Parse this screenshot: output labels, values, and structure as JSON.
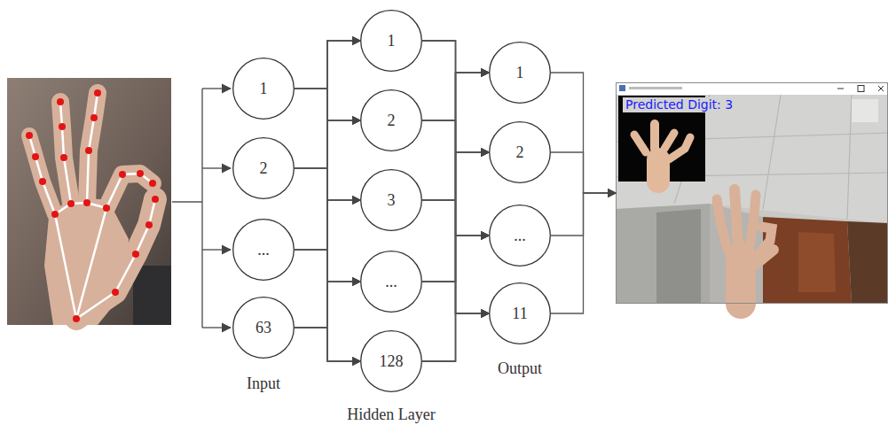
{
  "diagram": {
    "nodes": [
      {
        "text": [
          "1"
        ]
      },
      {
        "text": [
          "2"
        ]
      },
      {
        "text": [
          "..."
        ]
      },
      {
        "text": [
          "63"
        ]
      },
      {
        "text": [
          "1"
        ]
      },
      {
        "text": [
          "2"
        ]
      },
      {
        "text": [
          "3"
        ]
      },
      {
        "text": [
          "..."
        ]
      },
      {
        "text": [
          "128"
        ]
      },
      {
        "text": [
          "1"
        ]
      },
      {
        "text": [
          "2"
        ]
      },
      {
        "text": [
          "..."
        ]
      },
      {
        "text": [
          "11"
        ]
      },
      {
        "text": [
          "Predicted Digit: 3"
        ]
      }
    ],
    "edges": [
      {
        "from": 0,
        "to": 4,
        "arrow": "to"
      },
      {
        "from": 0,
        "to": 5,
        "arrow": "to"
      },
      {
        "from": 0,
        "to": 6,
        "arrow": "to"
      },
      {
        "from": 0,
        "to": 7,
        "arrow": "to"
      },
      {
        "from": 0,
        "to": 8,
        "arrow": "to"
      },
      {
        "from": 1,
        "to": 4,
        "arrow": "to"
      },
      {
        "from": 1,
        "to": 5,
        "arrow": "to"
      },
      {
        "from": 1,
        "to": 6,
        "arrow": "to"
      },
      {
        "from": 1,
        "to": 7,
        "arrow": "to"
      },
      {
        "from": 1,
        "to": 8,
        "arrow": "to"
      },
      {
        "from": 2,
        "to": 4,
        "arrow": "to"
      },
      {
        "from": 2,
        "to": 5,
        "arrow": "to"
      },
      {
        "from": 2,
        "to": 6,
        "arrow": "to"
      },
      {
        "from": 2,
        "to": 7,
        "arrow": "to"
      },
      {
        "from": 2,
        "to": 8,
        "arrow": "to"
      },
      {
        "from": 3,
        "to": 4,
        "arrow": "to"
      },
      {
        "from": 3,
        "to": 5,
        "arrow": "to"
      },
      {
        "from": 3,
        "to": 6,
        "arrow": "to"
      },
      {
        "from": 3,
        "to": 7,
        "arrow": "to"
      },
      {
        "from": 3,
        "to": 8,
        "arrow": "to"
      },
      {
        "from": 4,
        "to": 9,
        "arrow": "to"
      },
      {
        "from": 4,
        "to": 10,
        "arrow": "to"
      },
      {
        "from": 4,
        "to": 11,
        "arrow": "to"
      },
      {
        "from": 4,
        "to": 12,
        "arrow": "to"
      },
      {
        "from": 5,
        "to": 9,
        "arrow": "to"
      },
      {
        "from": 5,
        "to": 10,
        "arrow": "to"
      },
      {
        "from": 5,
        "to": 11,
        "arrow": "to"
      },
      {
        "from": 5,
        "to": 12,
        "arrow": "to"
      },
      {
        "from": 6,
        "to": 9,
        "arrow": "to"
      },
      {
        "from": 6,
        "to": 10,
        "arrow": "to"
      },
      {
        "from": 6,
        "to": 11,
        "arrow": "to"
      },
      {
        "from": 6,
        "to": 12,
        "arrow": "to"
      },
      {
        "from": 7,
        "to": 9,
        "arrow": "to"
      },
      {
        "from": 7,
        "to": 10,
        "arrow": "to"
      },
      {
        "from": 7,
        "to": 11,
        "arrow": "to"
      },
      {
        "from": 7,
        "to": 12,
        "arrow": "to"
      },
      {
        "from": 8,
        "to": 9,
        "arrow": "to"
      },
      {
        "from": 8,
        "to": 10,
        "arrow": "to"
      },
      {
        "from": 8,
        "to": 11,
        "arrow": "to"
      },
      {
        "from": 8,
        "to": 12,
        "arrow": "to"
      },
      {
        "from": 9,
        "to": 13,
        "arrow": "to"
      },
      {
        "from": 10,
        "to": 13,
        "arrow": "to"
      },
      {
        "from": 11,
        "to": 13,
        "arrow": "to"
      },
      {
        "from": 12,
        "to": 13,
        "arrow": "to"
      }
    ],
    "labels": [
      "Input",
      "Hidden Layer",
      "Output"
    ]
  }
}
